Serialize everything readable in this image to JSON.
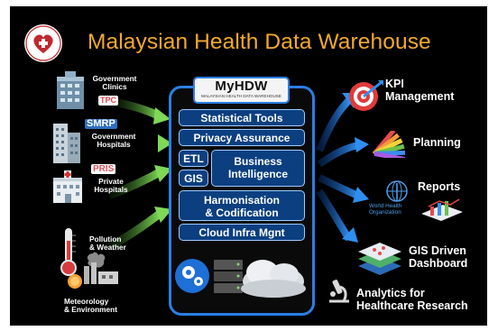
{
  "title": "Malaysian Health Data Warehouse",
  "logo": {
    "main": "MyHDW",
    "sub": "MALAYSIAN HEALTH DATA WAREHOUSE"
  },
  "center_boxes": {
    "statistical_tools": "Statistical Tools",
    "privacy_assurance": "Privacy Assurance",
    "etl": "ETL",
    "gis": "GIS",
    "business_intelligence_1": "Business",
    "business_intelligence_2": "Intelligence",
    "harmonisation_1": "Harmonisation",
    "harmonisation_2": "& Codification",
    "cloud_infra": "Cloud Infra Mgnt"
  },
  "sources": {
    "gov_clinics": [
      "Government",
      "Clinics"
    ],
    "teleprimary_badge": "TPC",
    "smrp_badge": "SMRP",
    "gov_hospitals": [
      "Government",
      "Hospitals"
    ],
    "pris_badge": "PRIS",
    "private_hospitals": [
      "Private",
      "Hospitals"
    ],
    "pollution": [
      "Pollution",
      "& Weather"
    ],
    "meteorology": [
      "Meteorology",
      "& Environment"
    ]
  },
  "outputs": {
    "kpi": [
      "KPI",
      "Management"
    ],
    "planning": "Planning",
    "reports": "Reports",
    "who": [
      "World Health",
      "Organization"
    ],
    "gis_dashboard": [
      "GIS Driven",
      "Dashboard"
    ],
    "analytics": [
      "Analytics for",
      "Healthcare Research"
    ]
  },
  "colors": {
    "background": "#000000",
    "title": "#f3a92b",
    "panel_border": "#2a7fe3",
    "box_fill": "#0b3f80",
    "green_arrow": "#7ed957",
    "blue_arrow": "#2f8ff0"
  }
}
